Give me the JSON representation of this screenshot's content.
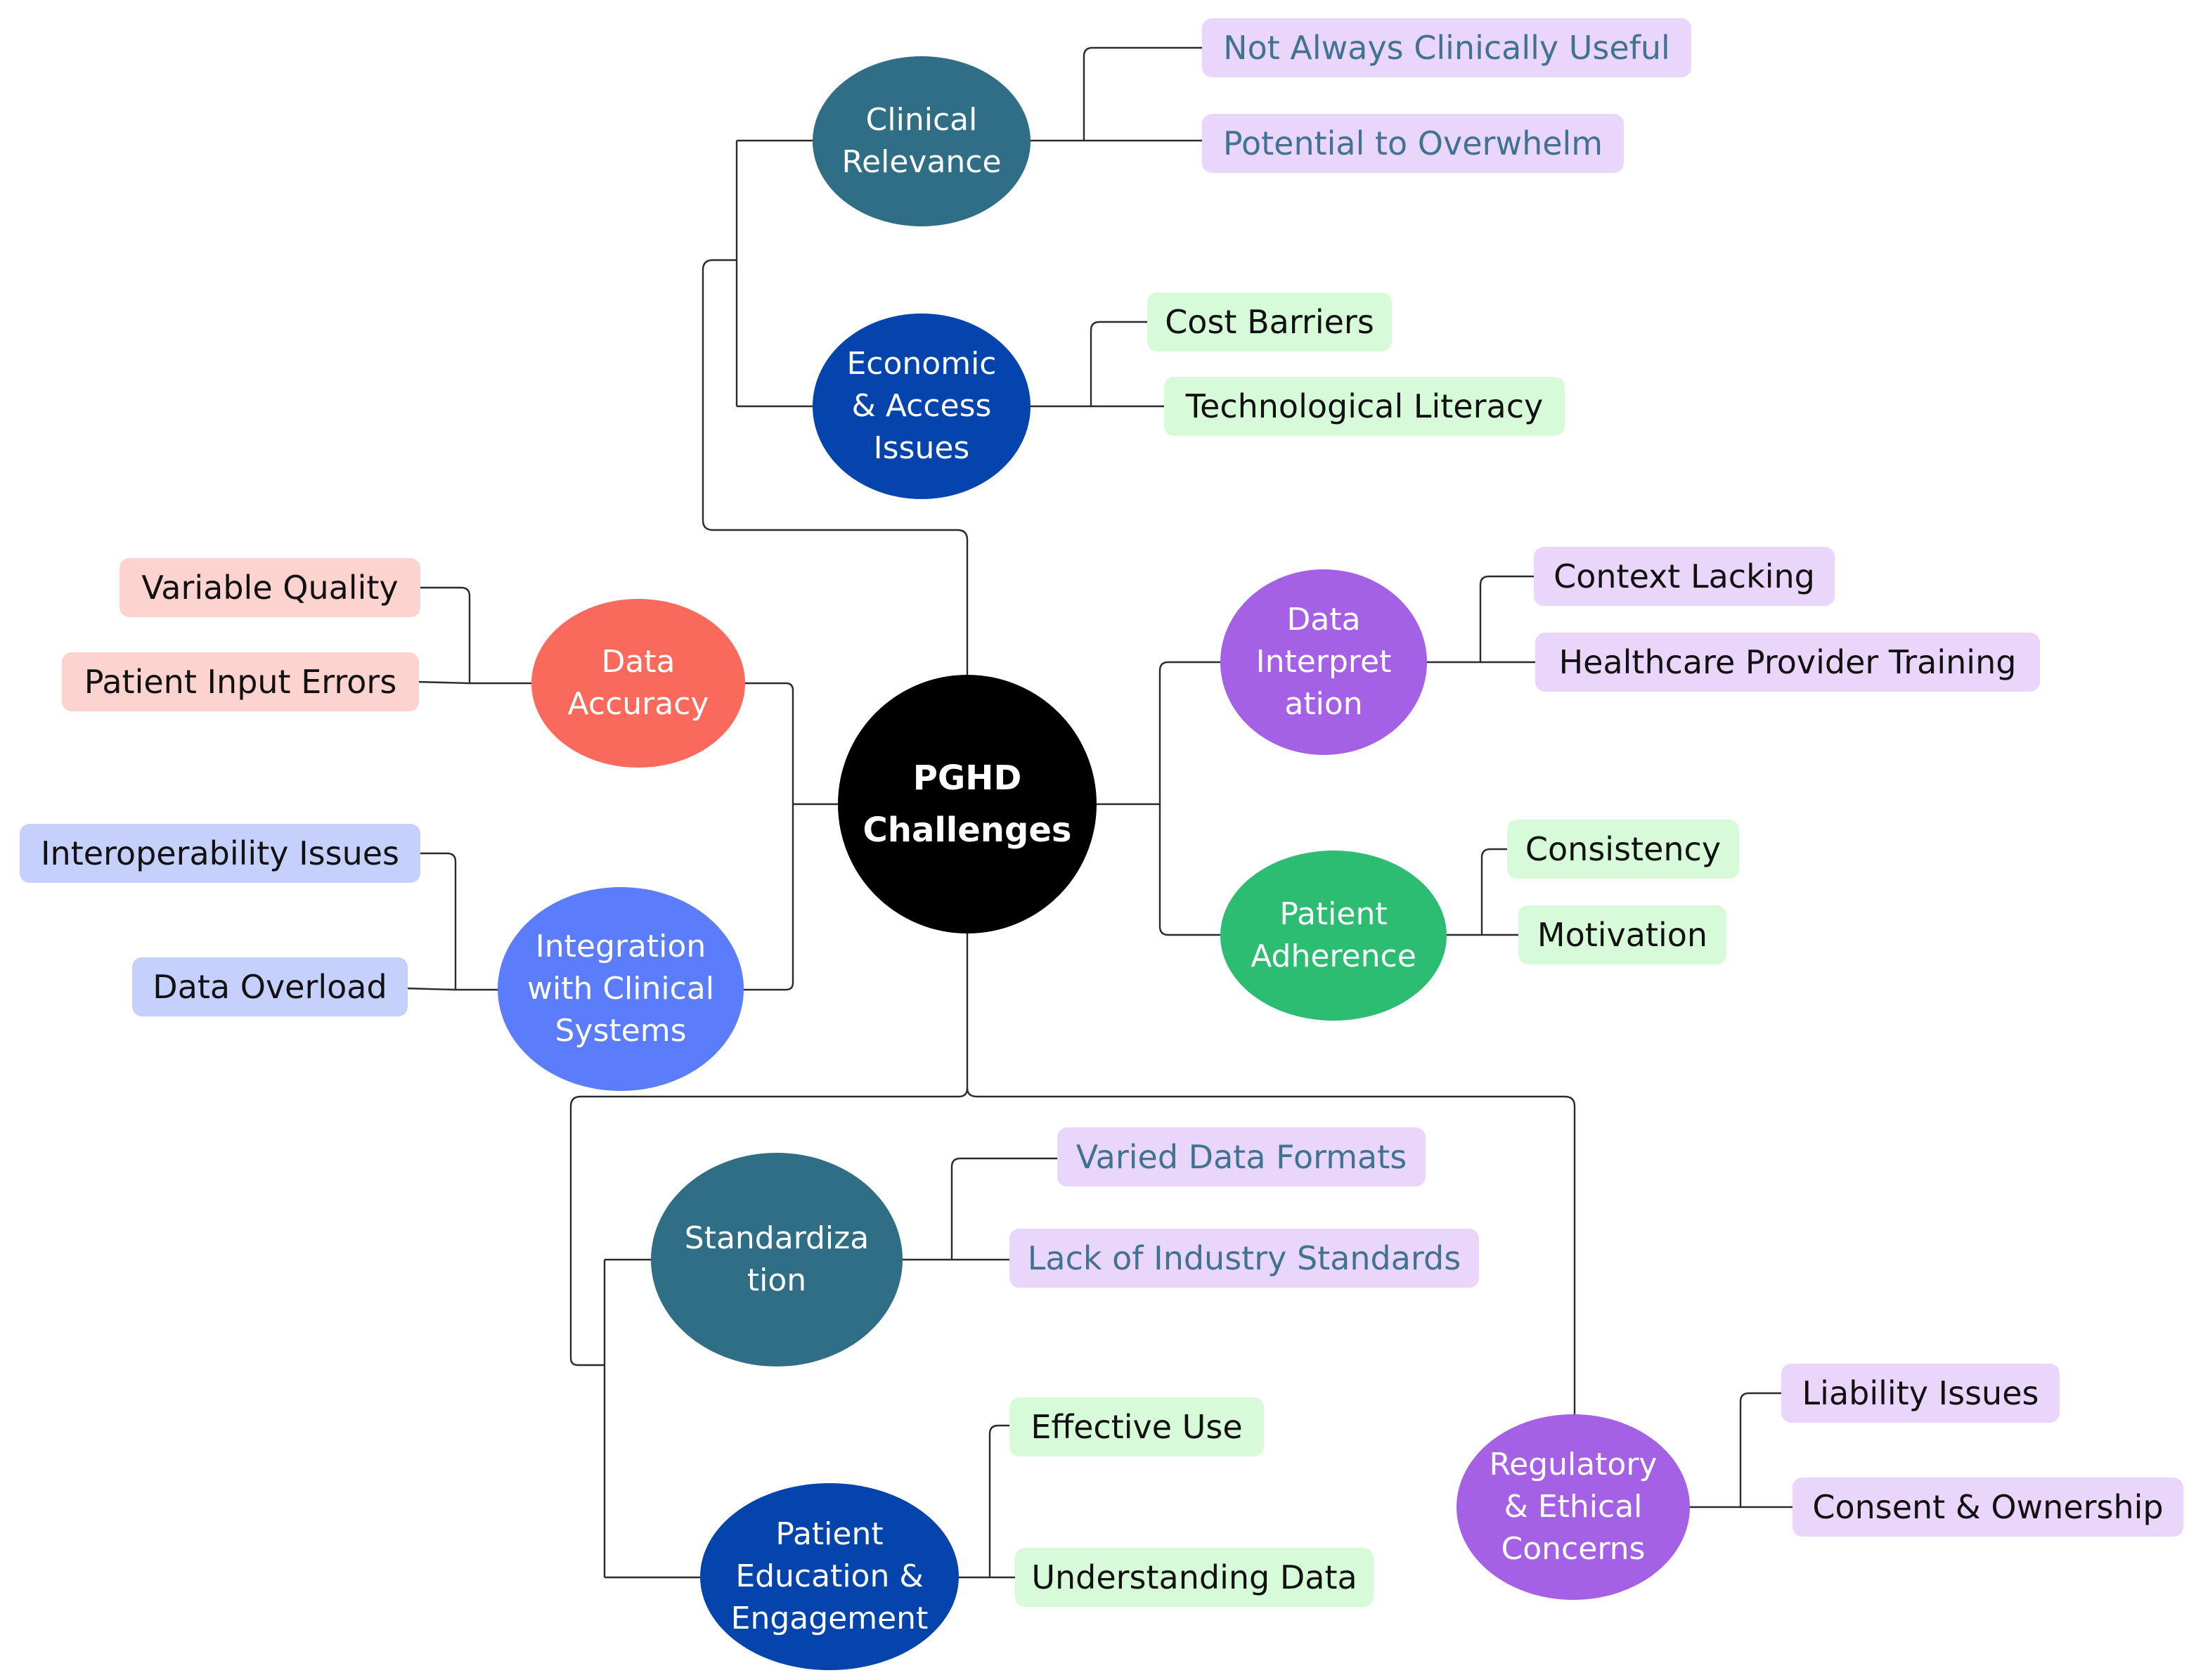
{
  "center": {
    "label": "PGHD\nChallenges",
    "color": "#000000"
  },
  "branches": [
    {
      "key": "clinical_relevance",
      "label": "Clinical\nRelevance",
      "color": "#2f6e84",
      "leaves": [
        {
          "label": "Not Always Clinically Useful",
          "bg": "#ead5fb",
          "text": "#3f7391"
        },
        {
          "label": "Potential to Overwhelm",
          "bg": "#ead5fb",
          "text": "#3f7391"
        }
      ]
    },
    {
      "key": "economic_access",
      "label": "Economic\n& Access\nIssues",
      "color": "#0544ad",
      "leaves": [
        {
          "label": "Cost Barriers",
          "bg": "#d7fbd9",
          "text": "#111111"
        },
        {
          "label": "Technological Literacy",
          "bg": "#d7fbd9",
          "text": "#111111"
        }
      ]
    },
    {
      "key": "data_accuracy",
      "label": "Data\nAccuracy",
      "color": "#f96a5c",
      "leaves": [
        {
          "label": "Variable Quality",
          "bg": "#fdd3d0",
          "text": "#111111"
        },
        {
          "label": "Patient Input Errors",
          "bg": "#fdd3d0",
          "text": "#111111"
        }
      ]
    },
    {
      "key": "integration",
      "label": "Integration\nwith Clinical\nSystems",
      "color": "#5b7cfb",
      "leaves": [
        {
          "label": "Interoperability Issues",
          "bg": "#c5d0fd",
          "text": "#111111"
        },
        {
          "label": "Data Overload",
          "bg": "#c5d0fd",
          "text": "#111111"
        }
      ]
    },
    {
      "key": "data_interpretation",
      "label": "Data\nInterpret\nation",
      "color": "#a461e5",
      "leaves": [
        {
          "label": "Context Lacking",
          "bg": "#ead5fb",
          "text": "#111111"
        },
        {
          "label": "Healthcare Provider Training",
          "bg": "#ead5fb",
          "text": "#111111"
        }
      ]
    },
    {
      "key": "patient_adherence",
      "label": "Patient\nAdherence",
      "color": "#2cbd72",
      "leaves": [
        {
          "label": "Consistency",
          "bg": "#d7fbd9",
          "text": "#111111"
        },
        {
          "label": "Motivation",
          "bg": "#d7fbd9",
          "text": "#111111"
        }
      ]
    },
    {
      "key": "standardization",
      "label": "Standardiza\ntion",
      "color": "#2f6e84",
      "leaves": [
        {
          "label": "Varied Data Formats",
          "bg": "#ead5fb",
          "text": "#3f7391"
        },
        {
          "label": "Lack of Industry Standards",
          "bg": "#ead5fb",
          "text": "#3f7391"
        }
      ]
    },
    {
      "key": "patient_education",
      "label": "Patient\nEducation &\nEngagement",
      "color": "#0544ad",
      "leaves": [
        {
          "label": "Effective Use",
          "bg": "#d7fbd9",
          "text": "#111111"
        },
        {
          "label": "Understanding Data",
          "bg": "#d7fbd9",
          "text": "#111111"
        }
      ]
    },
    {
      "key": "regulatory_ethical",
      "label": "Regulatory\n& Ethical\nConcerns",
      "color": "#a461e5",
      "leaves": [
        {
          "label": "Liability Issues",
          "bg": "#ead5fb",
          "text": "#111111"
        },
        {
          "label": "Consent & Ownership",
          "bg": "#ead5fb",
          "text": "#111111"
        }
      ]
    }
  ]
}
